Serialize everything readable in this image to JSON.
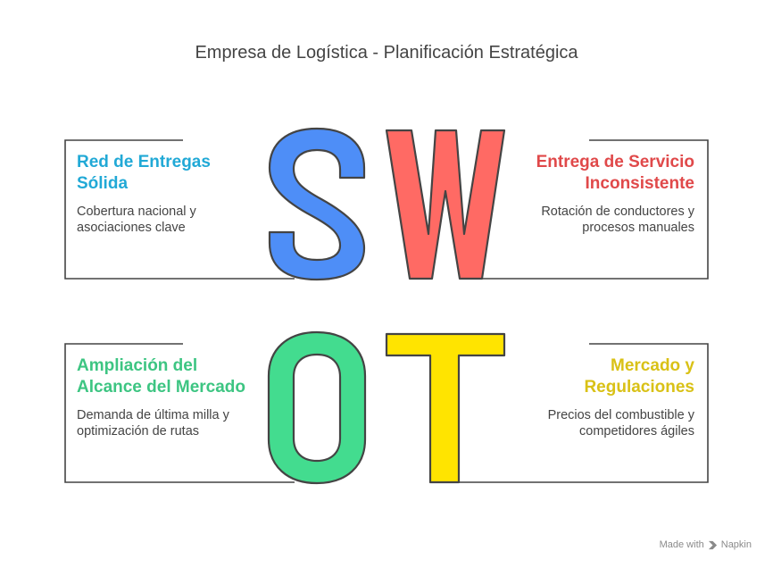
{
  "title": "Empresa de Logística - Planificación Estratégica",
  "quadrants": {
    "strengths": {
      "letter": "S",
      "heading_line1": "Red de Entregas",
      "heading_line2": "Sólida",
      "desc_line1": "Cobertura nacional y",
      "desc_line2": "asociaciones clave",
      "color": "#4e8ef7",
      "text_color": "#21a9d6"
    },
    "weaknesses": {
      "letter": "W",
      "heading_line1": "Entrega de Servicio",
      "heading_line2": "Inconsistente",
      "desc_line1": "Rotación de conductores y",
      "desc_line2": "procesos manuales",
      "color": "#ff6a64",
      "text_color": "#e0494a"
    },
    "opportunities": {
      "letter": "O",
      "heading_line1": "Ampliación del",
      "heading_line2": "Alcance del Mercado",
      "desc_line1": "Demanda de última milla y",
      "desc_line2": "optimización de rutas",
      "color": "#43dc8f",
      "text_color": "#3dc582"
    },
    "threats": {
      "letter": "T",
      "heading_line1": "Mercado y",
      "heading_line2": "Regulaciones",
      "desc_line1": "Precios del combustible y",
      "desc_line2": "competidores ágiles",
      "color": "#ffe400",
      "text_color": "#d9c116"
    }
  },
  "footer": {
    "made_with": "Made with",
    "brand": "Napkin"
  },
  "colors": {
    "stroke": "#444444"
  }
}
